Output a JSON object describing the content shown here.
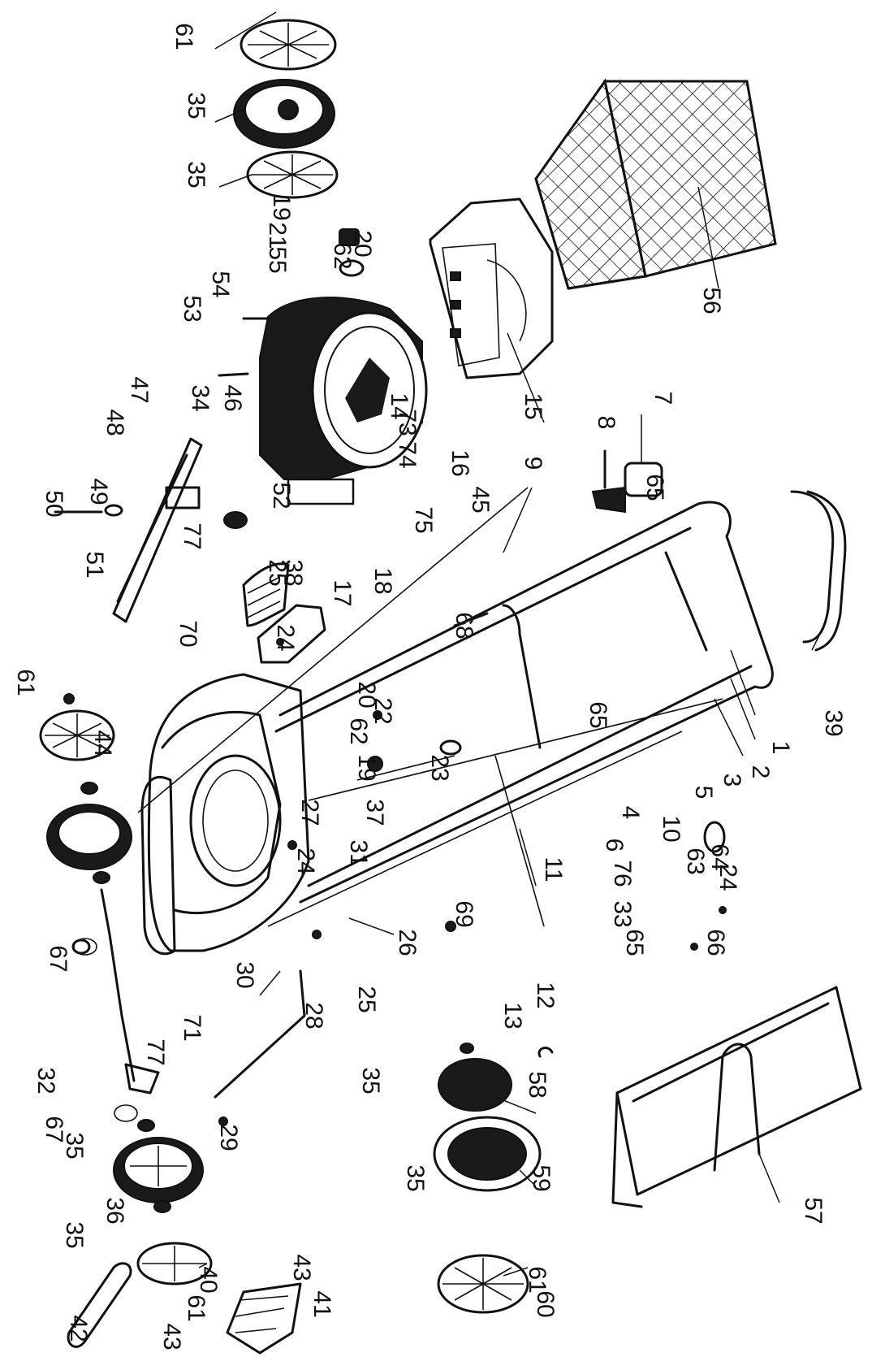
{
  "diagram": {
    "labels": [
      "61",
      "35",
      "35",
      "19",
      "21",
      "20",
      "62",
      "55",
      "54",
      "53",
      "56",
      "15",
      "14",
      "73",
      "74",
      "16",
      "45",
      "75",
      "8",
      "7",
      "9",
      "65",
      "50",
      "49",
      "48",
      "47",
      "34",
      "46",
      "51",
      "52",
      "77",
      "25",
      "38",
      "70",
      "17",
      "18",
      "68",
      "24",
      "20",
      "22",
      "62",
      "19",
      "37",
      "23",
      "27",
      "31",
      "24",
      "61",
      "44",
      "67",
      "32",
      "39",
      "1",
      "2",
      "3",
      "5",
      "65",
      "4",
      "6",
      "10",
      "63",
      "64",
      "24",
      "76",
      "33",
      "65",
      "66",
      "11",
      "69",
      "26",
      "25",
      "30",
      "28",
      "71",
      "77",
      "29",
      "12",
      "13",
      "35",
      "58",
      "59",
      "35",
      "61",
      "60",
      "57",
      "67",
      "35",
      "36",
      "35",
      "40",
      "61",
      "42",
      "41",
      "43",
      "43"
    ]
  }
}
